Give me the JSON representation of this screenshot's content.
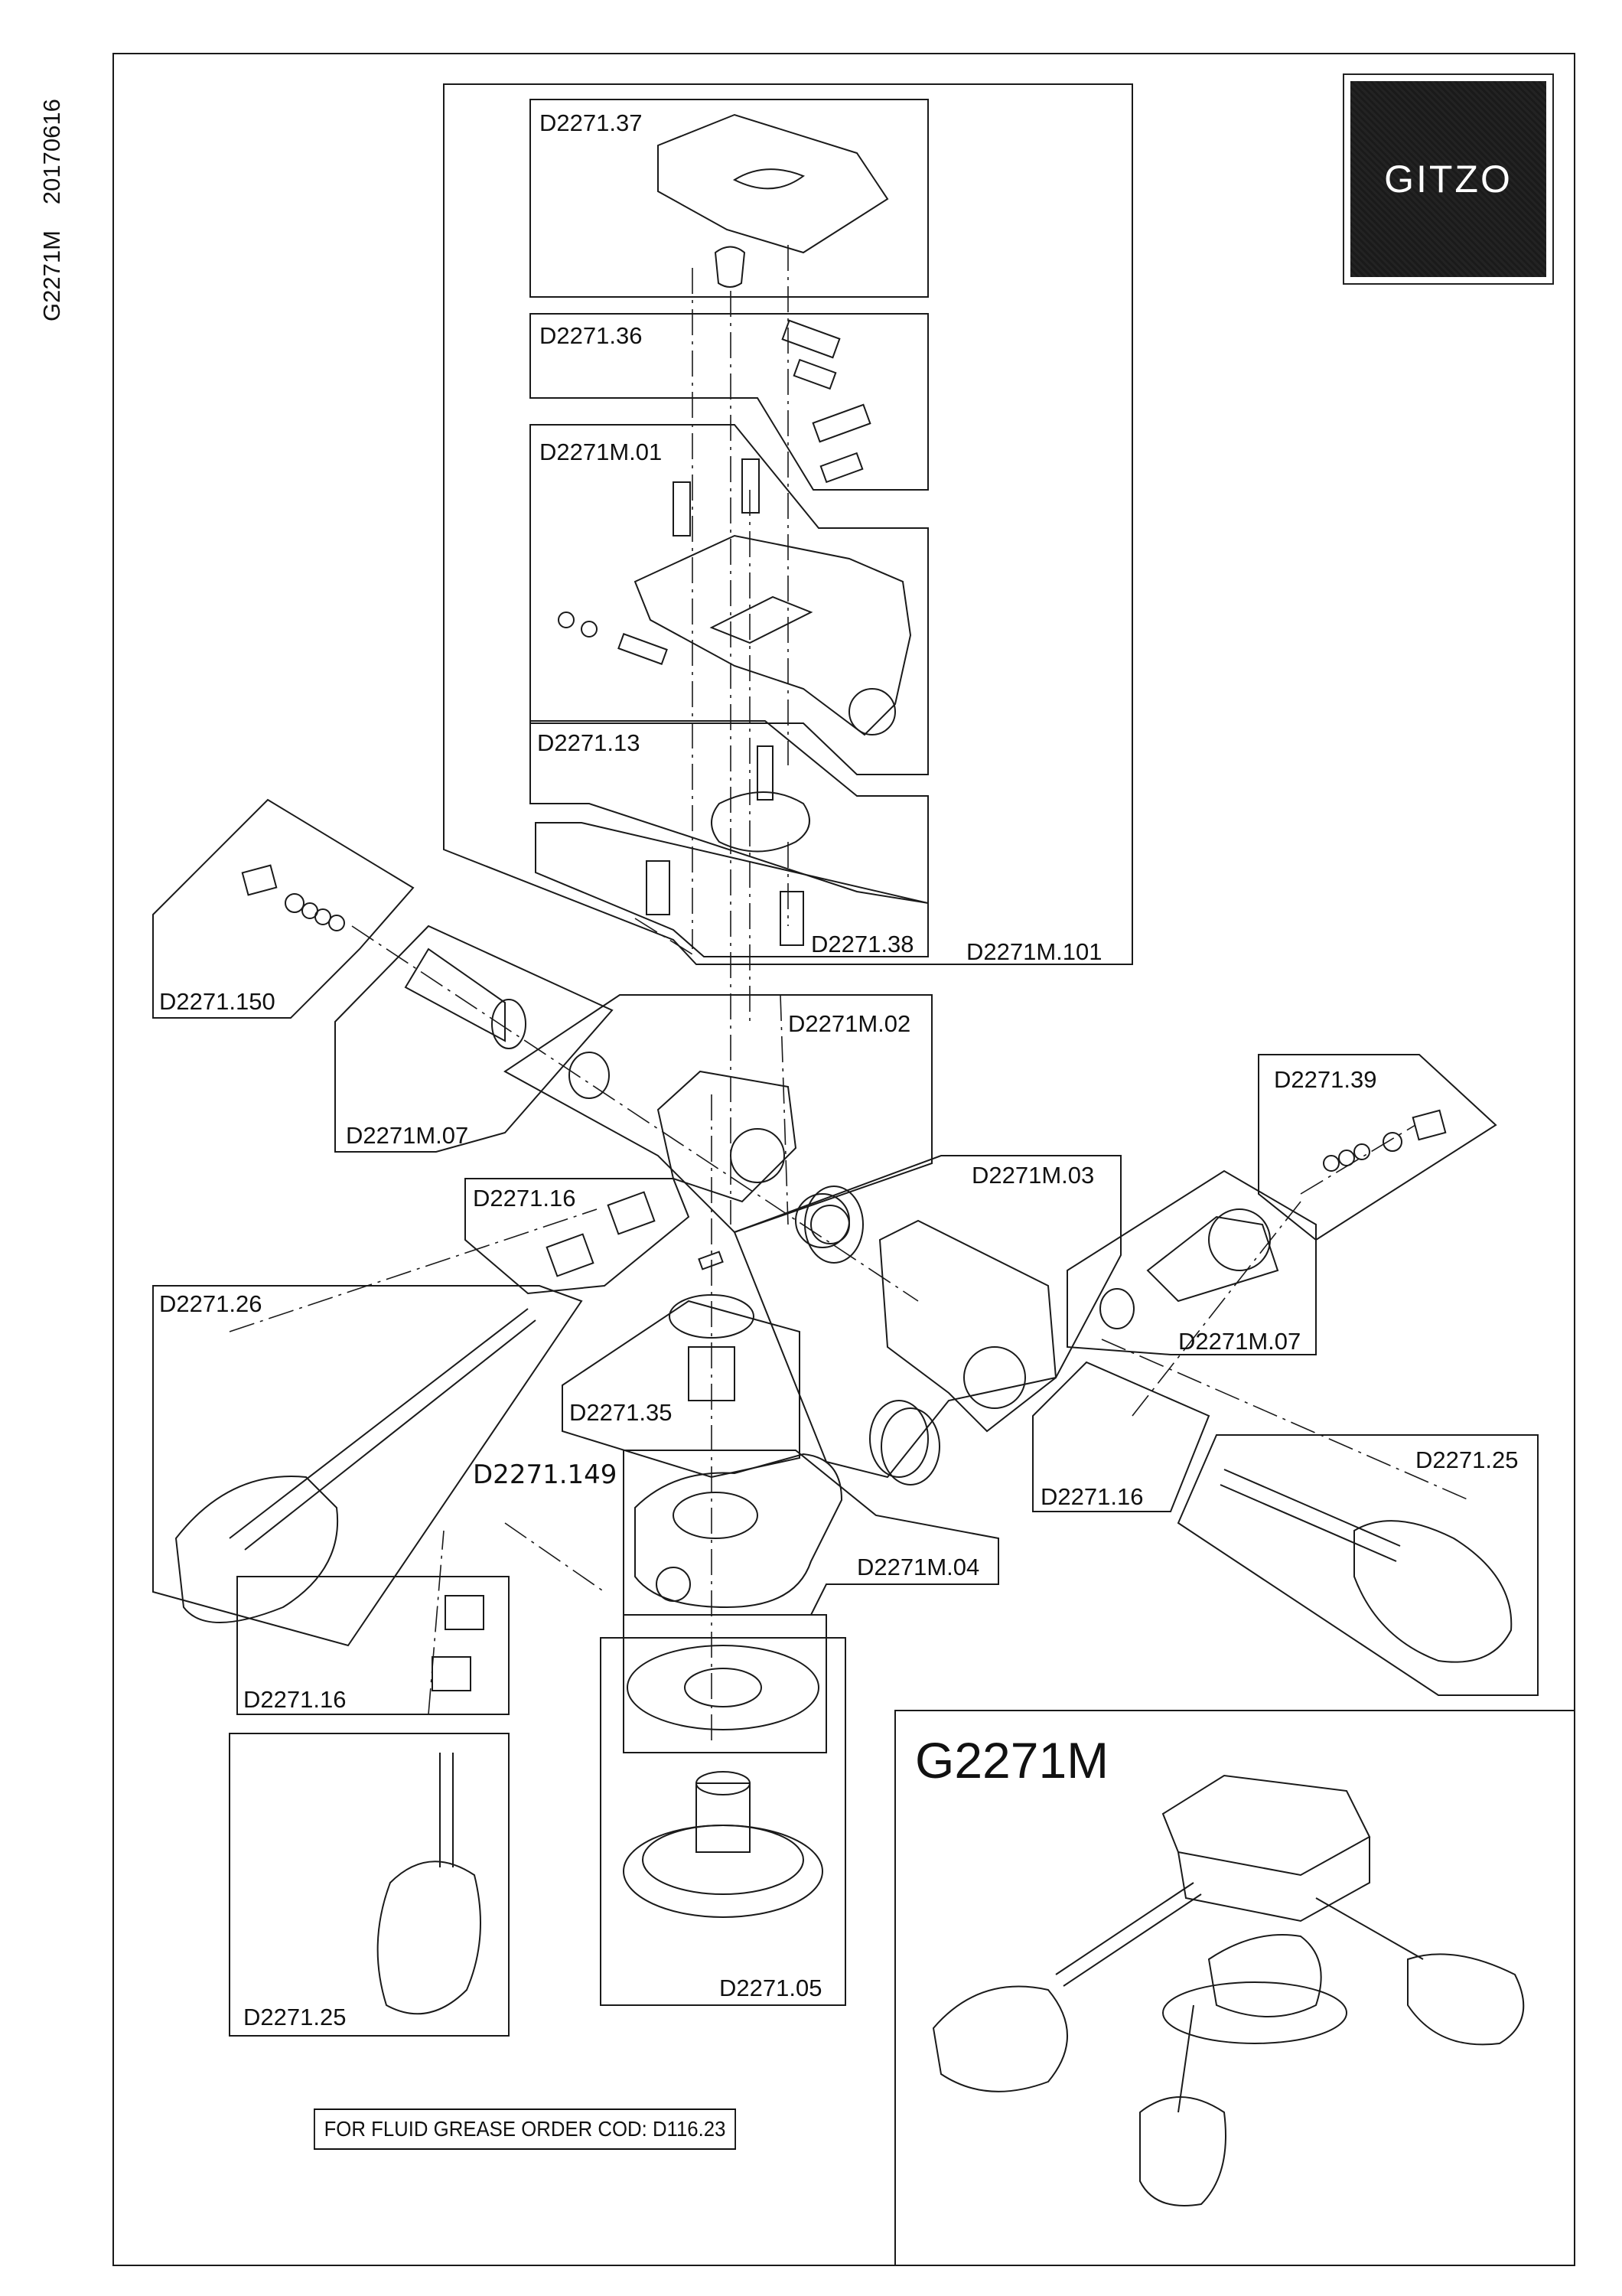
{
  "sheet": {
    "model_code": "G2271M",
    "date_code": "20170616",
    "brand": "GITZO",
    "title": "G2271M",
    "note": "FOR FLUID GREASE ORDER COD: D116.23"
  },
  "parts": {
    "d2271_37": "D2271.37",
    "d2271_36": "D2271.36",
    "d2271m_01": "D2271M.01",
    "d2271_13": "D2271.13",
    "d2271_38": "D2271.38",
    "d2271m_101": "D2271M.101",
    "d2271_150": "D2271.150",
    "d2271m_07_left": "D2271M.07",
    "d2271m_02": "D2271M.02",
    "d2271_39": "D2271.39",
    "d2271m_03": "D2271M.03",
    "d2271_16_upper": "D2271.16",
    "d2271m_07_right": "D2271M.07",
    "d2271_26": "D2271.26",
    "d2271_35": "D2271.35",
    "d2271_149": "D2271.149",
    "d2271_25_right": "D2271.25",
    "d2271_16_right": "D2271.16",
    "d2271m_04": "D2271M.04",
    "d2271_16_lower": "D2271.16",
    "d2271_25_lower": "D2271.25",
    "d2271_05": "D2271.05"
  }
}
